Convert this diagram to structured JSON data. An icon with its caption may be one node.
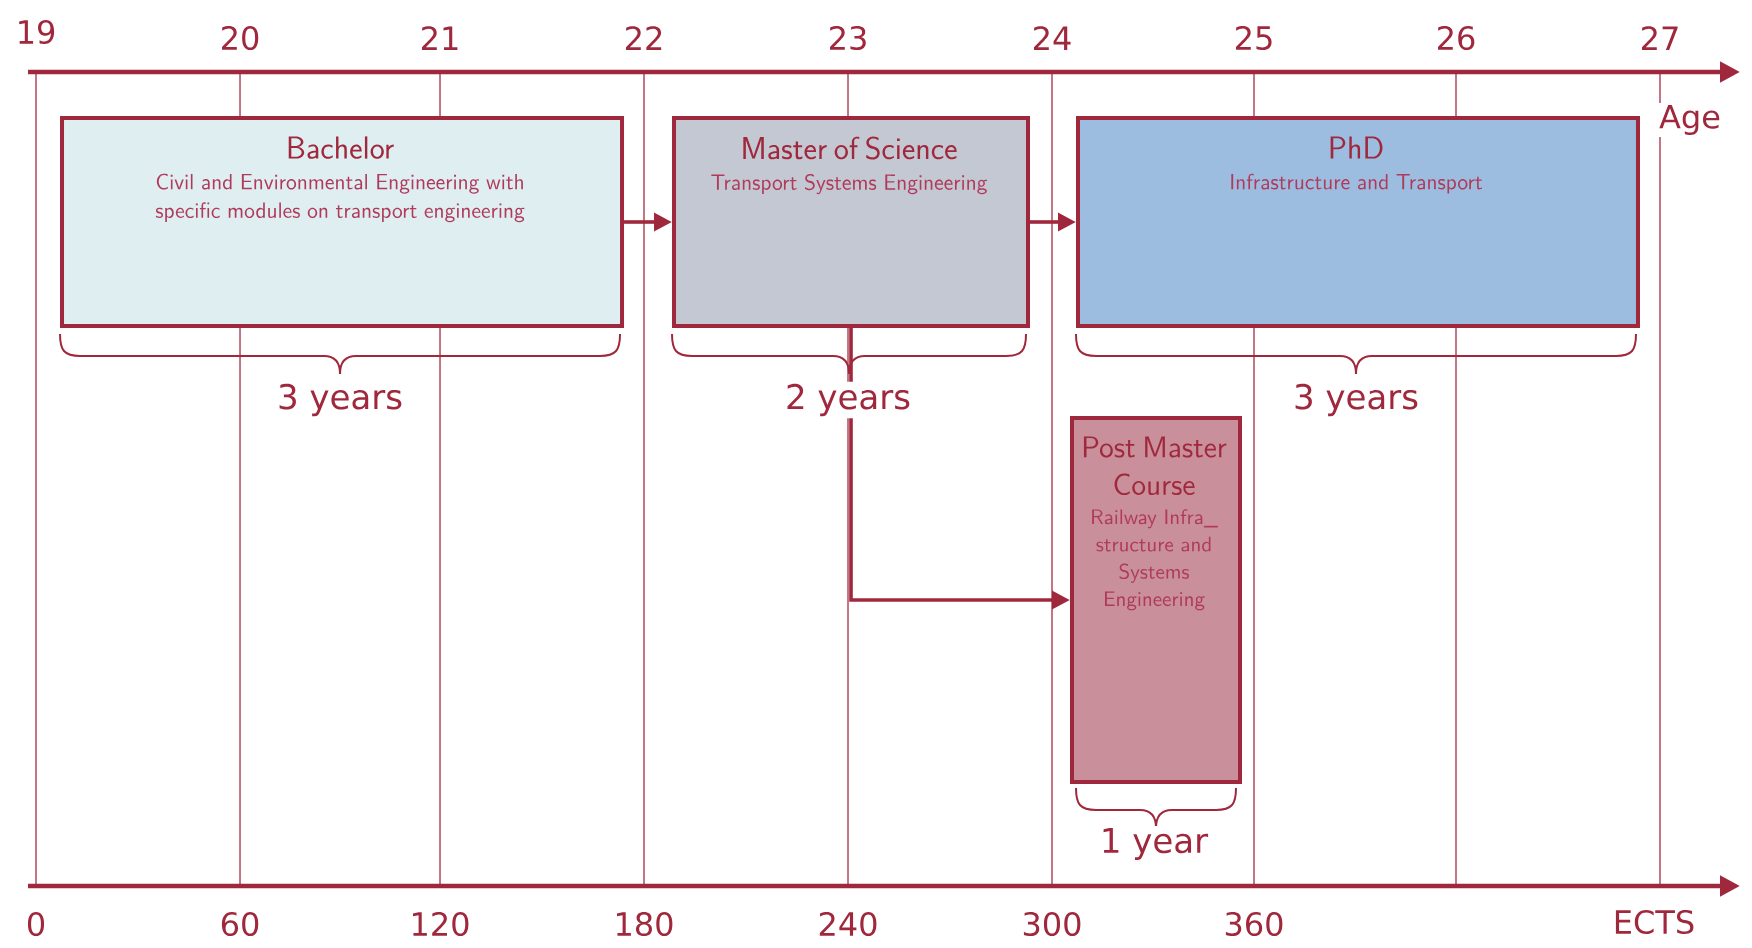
{
  "diagram": {
    "nodes": [
      {
        "text": [
          "Bachelor",
          "Civil and Environmental Engineering with specific modules on transport engineering"
        ],
        "beside": [
          "3 years"
        ]
      },
      {
        "text": [
          "Master of Science",
          "Transport Systems Engineering"
        ],
        "beside": [
          "2 years"
        ]
      },
      {
        "text": [
          "PhD",
          "Infrastructure and Transport"
        ],
        "beside": [
          "3 years"
        ]
      },
      {
        "text": [
          "Post Master Course",
          "Railway Infra_ structure and Systems Engineering"
        ],
        "beside": [
          "1 year"
        ]
      }
    ],
    "edges": [
      {
        "from": 0,
        "to": 1,
        "arrow": "to"
      },
      {
        "from": 1,
        "to": 2,
        "arrow": "to"
      },
      {
        "from": 1,
        "to": 3,
        "arrow": "to"
      }
    ],
    "labels": [
      "19",
      "20",
      "21",
      "22",
      "23",
      "24",
      "25",
      "26",
      "27",
      "Age",
      "0",
      "60",
      "120",
      "180",
      "240",
      "300",
      "360",
      "ECTS"
    ]
  }
}
